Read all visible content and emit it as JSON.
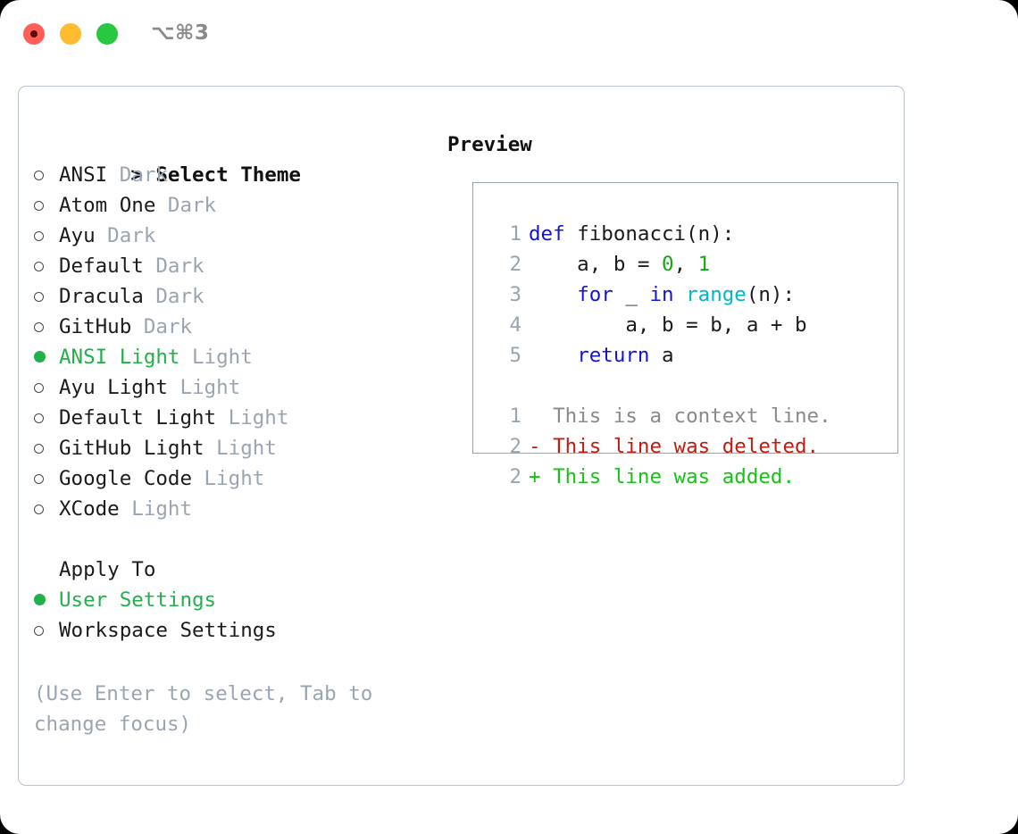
{
  "titlebar": {
    "shortcut": "⌥⌘3",
    "lights": [
      {
        "name": "close",
        "color": "#ff5f57"
      },
      {
        "name": "minimize",
        "color": "#febc2e"
      },
      {
        "name": "maximize",
        "color": "#28c840"
      }
    ]
  },
  "theme_picker": {
    "heading": "Select Theme",
    "caret": ">",
    "selected": "ANSI Light",
    "items": [
      {
        "label": "ANSI",
        "suffix": "Dark",
        "selected": false
      },
      {
        "label": "Atom One",
        "suffix": "Dark",
        "selected": false
      },
      {
        "label": "Ayu",
        "suffix": "Dark",
        "selected": false
      },
      {
        "label": "Default",
        "suffix": "Dark",
        "selected": false
      },
      {
        "label": "Dracula",
        "suffix": "Dark",
        "selected": false
      },
      {
        "label": "GitHub",
        "suffix": "Dark",
        "selected": false
      },
      {
        "label": "ANSI Light",
        "suffix": "Light",
        "selected": true
      },
      {
        "label": "Ayu Light",
        "suffix": "Light",
        "selected": false
      },
      {
        "label": "Default Light",
        "suffix": "Light",
        "selected": false
      },
      {
        "label": "GitHub Light",
        "suffix": "Light",
        "selected": false
      },
      {
        "label": "Google Code",
        "suffix": "Light",
        "selected": false
      },
      {
        "label": "XCode",
        "suffix": "Light",
        "selected": false
      }
    ]
  },
  "apply_to": {
    "heading": "Apply To",
    "selected": "User Settings",
    "options": [
      {
        "label": "User Settings",
        "selected": true
      },
      {
        "label": "Workspace Settings",
        "selected": false
      }
    ]
  },
  "hint": "(Use Enter to select, Tab to change focus)",
  "preview": {
    "title": "Preview",
    "code_lines": [
      {
        "n": "1",
        "tokens": [
          {
            "t": "def ",
            "c": "kw"
          },
          {
            "t": "fibonacci(n):",
            "c": "pln"
          }
        ]
      },
      {
        "n": "2",
        "tokens": [
          {
            "t": "    a, b = ",
            "c": "pln"
          },
          {
            "t": "0",
            "c": "num"
          },
          {
            "t": ", ",
            "c": "pln"
          },
          {
            "t": "1",
            "c": "num"
          }
        ]
      },
      {
        "n": "3",
        "tokens": [
          {
            "t": "    ",
            "c": "pln"
          },
          {
            "t": "for",
            "c": "kw"
          },
          {
            "t": " _ ",
            "c": "pln"
          },
          {
            "t": "in",
            "c": "kw"
          },
          {
            "t": " ",
            "c": "pln"
          },
          {
            "t": "range",
            "c": "fn"
          },
          {
            "t": "(n):",
            "c": "pln"
          }
        ]
      },
      {
        "n": "4",
        "tokens": [
          {
            "t": "        a, b = b, a + b",
            "c": "pln"
          }
        ]
      },
      {
        "n": "5",
        "tokens": [
          {
            "t": "    ",
            "c": "pln"
          },
          {
            "t": "return",
            "c": "kw"
          },
          {
            "t": " a",
            "c": "pln"
          }
        ]
      }
    ],
    "diff_lines": [
      {
        "n": "1",
        "marker": " ",
        "text": "This is a context line.",
        "kind": "ctx"
      },
      {
        "n": "2",
        "marker": "-",
        "text": "This line was deleted.",
        "kind": "del"
      },
      {
        "n": "2",
        "marker": "+",
        "text": "This line was added.",
        "kind": "add"
      }
    ]
  },
  "colors": {
    "selected_green": "#22b04a",
    "suffix_gray": "#9aa5b1",
    "keyword_blue": "#1414d8",
    "function_cyan": "#00b7c3",
    "number_green": "#16a916",
    "diff_deleted": "#c01c10",
    "diff_added": "#16c216",
    "panel_border": "#b9c2cc",
    "preview_border": "#9aa5b1"
  }
}
